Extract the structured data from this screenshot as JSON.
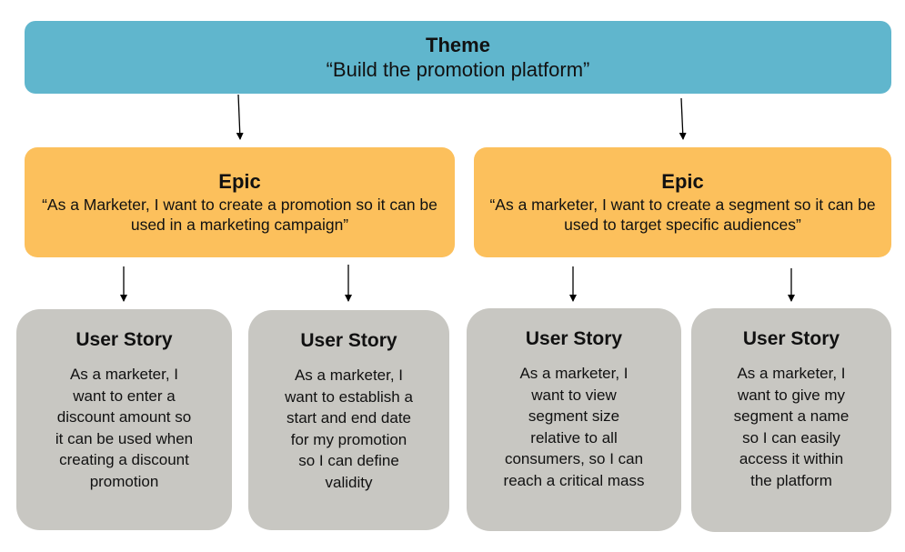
{
  "theme": {
    "title": "Theme",
    "subtitle": "“Build the promotion platform”"
  },
  "epics": [
    {
      "title": "Epic",
      "text": "“As a Marketer, I want to create a promotion so it can be used in a marketing campaign”"
    },
    {
      "title": "Epic",
      "text": "“As a marketer, I want to create a segment so it can be used to target specific audiences”"
    }
  ],
  "stories": [
    {
      "title": "User Story",
      "text": "As a marketer, I\nwant to enter a\ndiscount amount so\nit can be used when\ncreating a discount\npromotion"
    },
    {
      "title": "User Story",
      "text": "As a marketer, I\nwant to establish a\nstart and end date\nfor my promotion\nso I can define\nvalidity"
    },
    {
      "title": "User Story",
      "text": "As a marketer, I\nwant to view\nsegment size\nrelative to all\nconsumers, so I can\nreach a critical mass"
    },
    {
      "title": "User Story",
      "text": "As a marketer, I\nwant to give my\nsegment a name\nso I can easily\naccess it within\nthe platform"
    }
  ],
  "colors": {
    "theme": "#60b6cd",
    "epic": "#fcc05c",
    "story": "#c8c7c2"
  }
}
